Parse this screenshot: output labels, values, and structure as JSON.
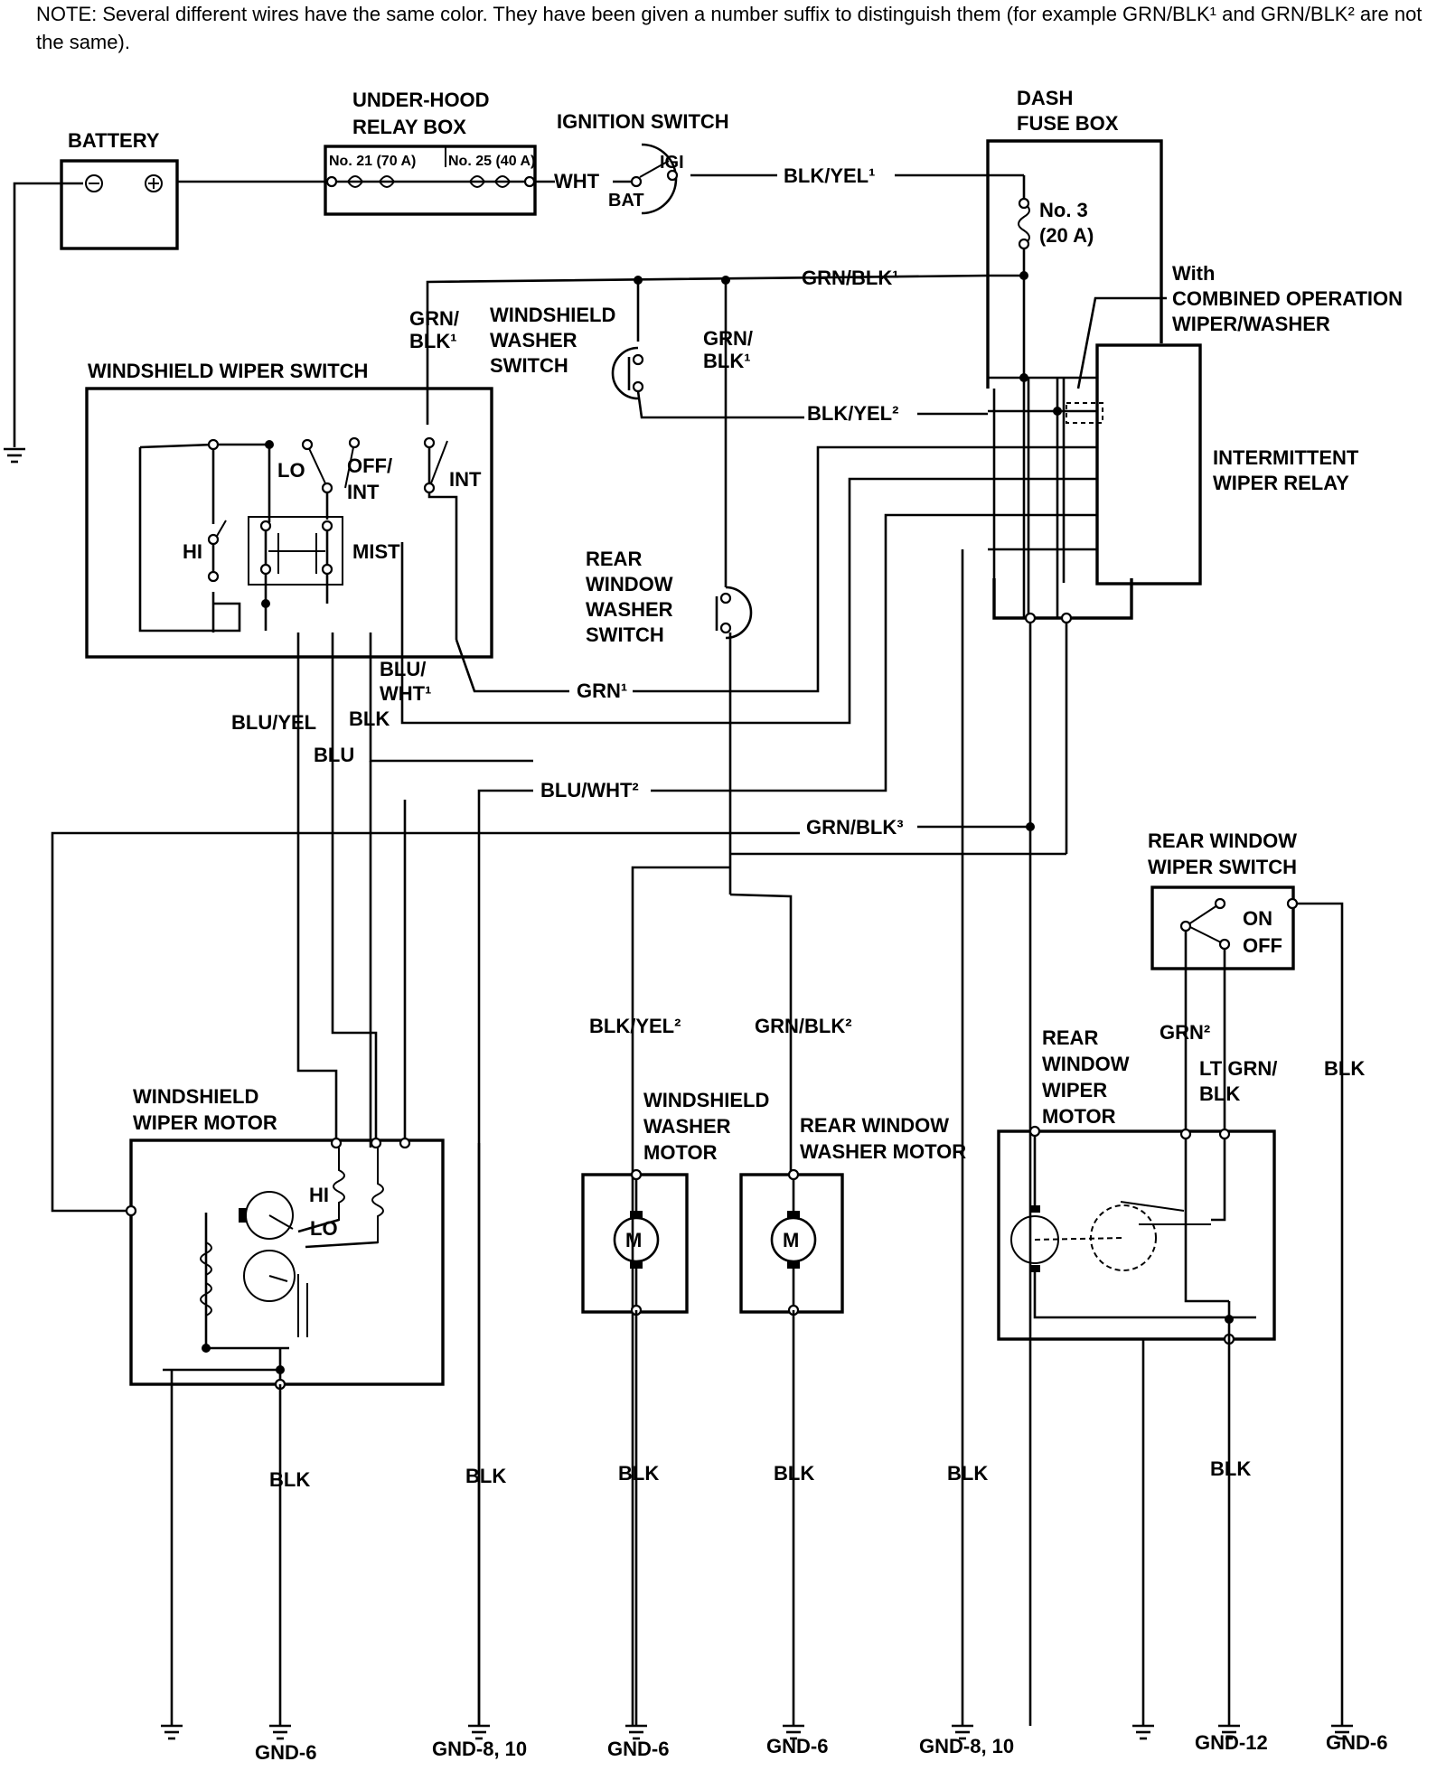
{
  "note": "NOTE: Several different wires have the same color. They have been given a number suffix to distinguish them (for example GRN/BLK¹ and GRN/BLK² are not the same).",
  "components": {
    "battery": "BATTERY",
    "underhood_l1": "UNDER-HOOD",
    "underhood_l2": "RELAY BOX",
    "fuse21": "No. 21 (70 A)",
    "fuse25": "No. 25 (40 A)",
    "ign_switch": "IGNITION SWITCH",
    "ign_ig1": "IGI",
    "ign_bat": "BAT",
    "dash_l1": "DASH",
    "dash_l2": "FUSE BOX",
    "fuse3_l1": "No. 3",
    "fuse3_l2": "(20 A)",
    "with_l1": "With",
    "with_l2": "COMBINED OPERATION",
    "with_l3": "WIPER/WASHER",
    "relay_l1": "INTERMITTENT",
    "relay_l2": "WIPER RELAY",
    "ws_washer_sw_l1": "WINDSHIELD",
    "ws_washer_sw_l2": "WASHER",
    "ws_washer_sw_l3": "SWITCH",
    "wiper_switch": "WINDSHIELD WIPER SWITCH",
    "sw_lo": "LO",
    "sw_off_l1": "OFF/",
    "sw_off_l2": "INT",
    "sw_int": "INT",
    "sw_hi": "HI",
    "sw_mist": "MIST",
    "rear_washer_sw_l1": "REAR",
    "rear_washer_sw_l2": "WINDOW",
    "rear_washer_sw_l3": "WASHER",
    "rear_washer_sw_l4": "SWITCH",
    "rear_wiper_sw_l1": "REAR WINDOW",
    "rear_wiper_sw_l2": "WIPER SWITCH",
    "rear_on": "ON",
    "rear_off": "OFF",
    "ws_motor_l1": "WINDSHIELD",
    "ws_motor_l2": "WIPER MOTOR",
    "motor_hi": "HI",
    "motor_lo": "LO",
    "ws_washer_motor_l1": "WINDSHIELD",
    "ws_washer_motor_l2": "WASHER",
    "ws_washer_motor_l3": "MOTOR",
    "rear_washer_motor_l1": "REAR WINDOW",
    "rear_washer_motor_l2": "WASHER MOTOR",
    "rear_wiper_motor_l1": "REAR",
    "rear_wiper_motor_l2": "WINDOW",
    "rear_wiper_motor_l3": "WIPER",
    "rear_wiper_motor_l4": "MOTOR",
    "m1": "M",
    "m2": "M"
  },
  "wires": {
    "wht": "WHT",
    "blkyel1": "BLK/YEL¹",
    "grnblk1_top": "GRN/BLK¹",
    "grnblk1_left_l1": "GRN/",
    "grnblk1_left_l2": "BLK¹",
    "grnblk1_mid_l1": "GRN/",
    "grnblk1_mid_l2": "BLK¹",
    "blkyel2_top": "BLK/YEL²",
    "grn1": "GRN¹",
    "bluwht1_l1": "BLU/",
    "bluwht1_l2": "WHT¹",
    "bluyel": "BLU/YEL",
    "blk_sw": "BLK",
    "blu": "BLU",
    "bluwht2": "BLU/WHT²",
    "grnblk3": "GRN/BLK³",
    "blkyel2_low": "BLK/YEL²",
    "grnblk2": "GRN/BLK²",
    "grn2": "GRN²",
    "ltgrn_l1": "LT GRN/",
    "ltgrn_l2": "BLK",
    "blk_rear": "BLK",
    "blk_g1": "BLK",
    "blk_g2": "BLK",
    "blk_g3": "BLK",
    "blk_g4": "BLK",
    "blk_g5": "BLK",
    "blk_g6": "BLK"
  },
  "grounds": {
    "g1": "GND-6",
    "g2": "GND-8, 10",
    "g3": "GND-6",
    "g4": "GND-6",
    "g5": "GND-8, 10",
    "g6": "GND-12",
    "g7": "GND-6"
  }
}
